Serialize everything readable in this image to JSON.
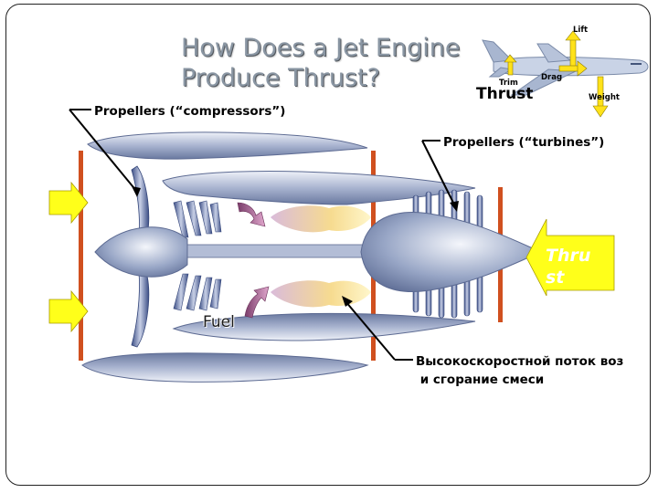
{
  "slide": {
    "title_line1": "How Does a Jet Engine",
    "title_line2": "Produce Thrust?"
  },
  "airplane": {
    "thrust_label": "Thrust",
    "lift_label": "Lift",
    "trim_label": "Trim",
    "drag_label": "Drag",
    "weight_label": "Weight"
  },
  "engine": {
    "compressors_label": "Propellers (“compressors”)",
    "turbines_label": "Propellers (“turbines”)",
    "fuel_label": "Fuel",
    "flow_label_line1": "Высокоскоростной поток воз",
    "flow_label_line2": " и сгорание смеси",
    "thrust_arrow_line1": "Thru",
    "thrust_arrow_line2": "st"
  },
  "colors": {
    "title": "#8a96a3",
    "frame_bars": "#d0501f",
    "intake_arrows": "#ffff1a",
    "thrust_arrow": "#ffff1a",
    "engine_body": "#8594b8",
    "fuel_arrow": "#b06a9a",
    "flame": "#f5d27a"
  }
}
